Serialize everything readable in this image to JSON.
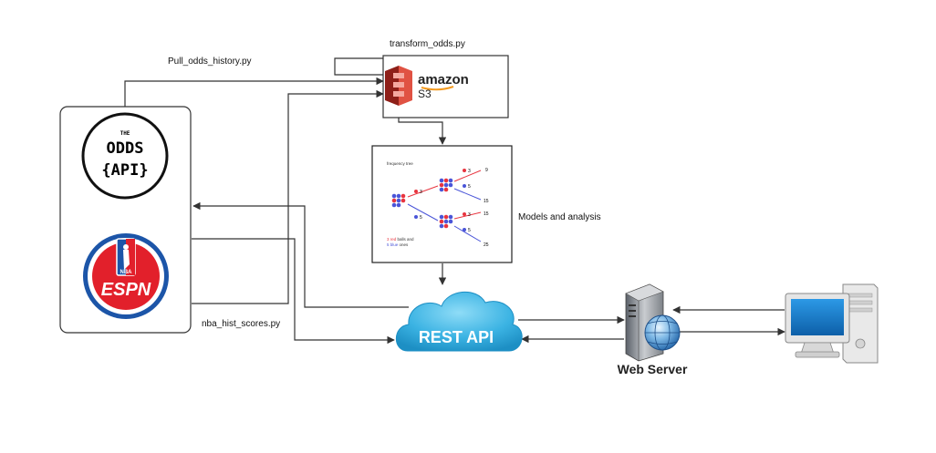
{
  "labels": {
    "pull_odds": "Pull_odds_history.py",
    "transform_odds": "transform_odds.py",
    "models": "Models and analysis",
    "nba_scores": "nba_hist_scores.py"
  },
  "odds_api_logo": {
    "line1": "THE",
    "line2": "ODDS",
    "line3": "{API}"
  },
  "amazon_logo": {
    "brand": "amazon",
    "service": "S3"
  },
  "nba_espn_logo": {
    "nba": "NBA",
    "espn": "ESPN"
  },
  "rest_api": {
    "label": "REST API"
  },
  "web_server": {
    "label": "Web Server"
  },
  "frequency_tree": {
    "title": "frequency tree",
    "root_red": "3",
    "root_blue": "5",
    "upper_red": "3",
    "upper_blue": "5",
    "lower_red": "3",
    "lower_blue": "5",
    "leaf1": "9",
    "leaf2": "15",
    "leaf3": "15",
    "leaf4": "25",
    "legend_red": "3 red",
    "legend_line1_rest": " balls and",
    "legend_blue": "5 blue",
    "legend_line2_rest": " ones"
  },
  "colors": {
    "cloud": "#2aa4d6",
    "cloud_light": "#7dd3f3",
    "tree_red": "#e8343f",
    "tree_blue": "#4a55d8",
    "s3_red": "#c9332a",
    "espn_red": "#e2202b",
    "espn_blue": "#1c55a8",
    "monitor_blue": "#1b7fcf"
  }
}
